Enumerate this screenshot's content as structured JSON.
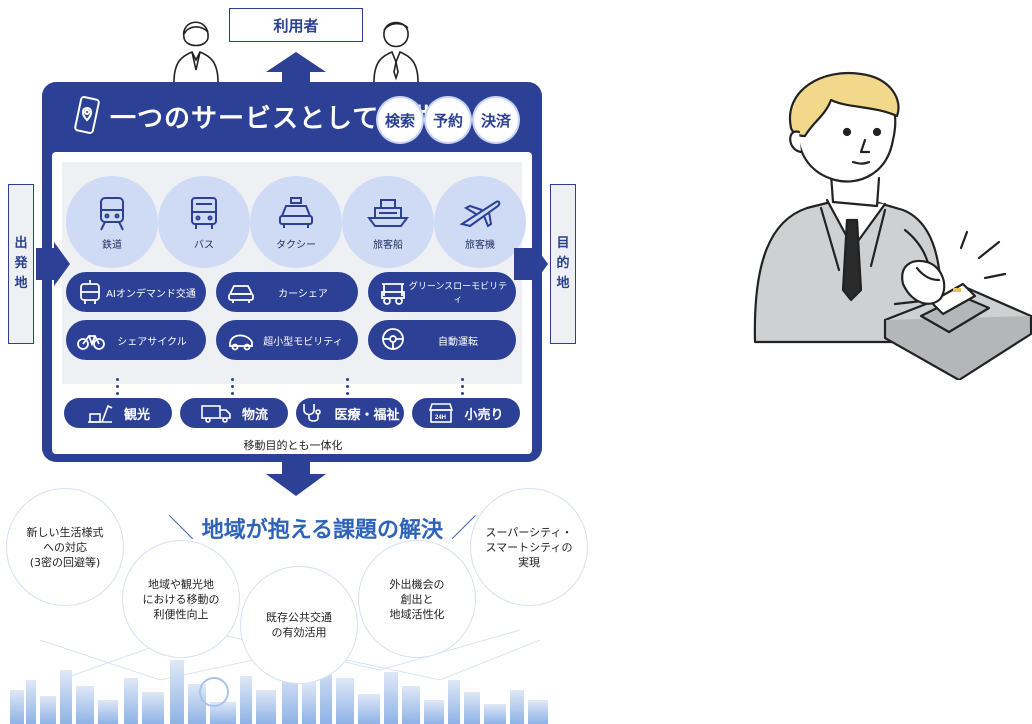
{
  "header": {
    "user_label": "利用者"
  },
  "panel": {
    "title": "一つのサービスとして提供",
    "badges": [
      "検索",
      "予約",
      "決済"
    ],
    "modes": [
      "鉄道",
      "バス",
      "タクシー",
      "旅客船",
      "旅客機"
    ],
    "services": [
      "AIオンデマンド交通",
      "カーシェア",
      "グリーンスローモビリティ",
      "シェアサイクル",
      "超小型モビリティ",
      "自動運転"
    ],
    "industries": [
      "観光",
      "物流",
      "医療・福祉",
      "小売り"
    ],
    "integration_note": "移動目的とも一体化"
  },
  "sides": {
    "left": [
      "出",
      "発",
      "地"
    ],
    "right": [
      "目",
      "的",
      "地"
    ]
  },
  "issues": {
    "heading": "地域が抱える課題の解決",
    "slash_left": "＼",
    "slash_right": "／",
    "circles": [
      [
        "新しい生活様式",
        "への対応",
        "(3密の回避等)"
      ],
      [
        "地域や観光地",
        "における移動の",
        "利便性向上"
      ],
      [
        "既存公共交通",
        "の有効活用"
      ],
      [
        "外出機会の",
        "創出と",
        "地域活性化"
      ],
      [
        "スーパーシティ・",
        "スマートシティの",
        "実現"
      ]
    ]
  },
  "icons": [
    "phone-location-icon",
    "train-icon",
    "bus-icon",
    "taxi-icon",
    "ship-icon",
    "airplane-icon",
    "robot-bus-icon",
    "car-icon",
    "golf-cart-icon",
    "bicycle-icon",
    "mini-car-icon",
    "steering-wheel-icon",
    "sightseeing-icon",
    "truck-icon",
    "stethoscope-icon",
    "store-icon"
  ],
  "colors": {
    "navy": "#2c4196",
    "light_blue": "#cfdaf4",
    "gray_bg": "#eef0f3",
    "accent_blue": "#2f63b9"
  }
}
